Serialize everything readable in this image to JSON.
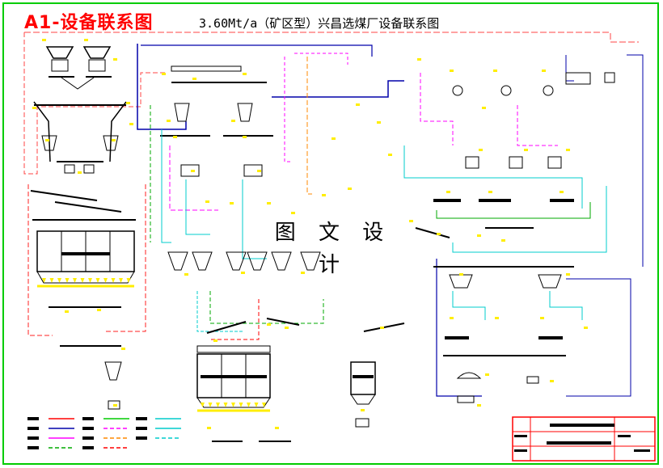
{
  "diagram": {
    "title": "A1-设备联系图",
    "subtitle": "3.60Mt/a（矿区型）兴昌选煤厂设备联系图",
    "watermark": "图 文 设 计"
  },
  "colors": {
    "border": "#00cc00",
    "title": "#ff0000",
    "pipe_blue": "#0000aa",
    "pipe_cyan": "#00cccc",
    "pipe_magenta": "#ff00ff",
    "pipe_red": "#ff0000",
    "pipe_green": "#00aa00",
    "pipe_orange": "#ff8800",
    "tag_yellow": "#ffee00",
    "equipment": "#000000"
  }
}
